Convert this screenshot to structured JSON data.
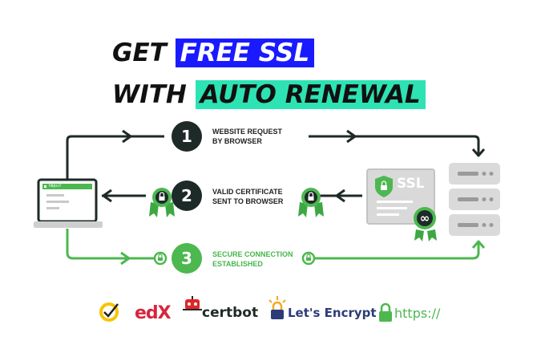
{
  "headline": {
    "line1_prefix": "GET",
    "line1_highlight": "FREE SSL",
    "line2_prefix": "WITH",
    "line2_highlight": "AUTO RENEWAL"
  },
  "steps": [
    {
      "number": "1",
      "line1": "WEBSITE REQUEST",
      "line2": "BY BROWSER"
    },
    {
      "number": "2",
      "line1": "VALID CERTIFICATE",
      "line2": "SENT TO BROWSER"
    },
    {
      "number": "3",
      "line1": "SECURE CONNECTION",
      "line2": "ESTABLISHED"
    }
  ],
  "laptop": {
    "address_label": "https://"
  },
  "certificate": {
    "label": "SSL"
  },
  "logos": {
    "edx": "edX",
    "certbot": "certbot",
    "letsencrypt": "Let's Encrypt",
    "https": "https://"
  },
  "colors": {
    "dark": "#1e2a28",
    "green": "#4cb84f",
    "blue_highlight": "#1a1aff",
    "teal_highlight": "#2de3b3",
    "gray": "#d6d6d6"
  }
}
